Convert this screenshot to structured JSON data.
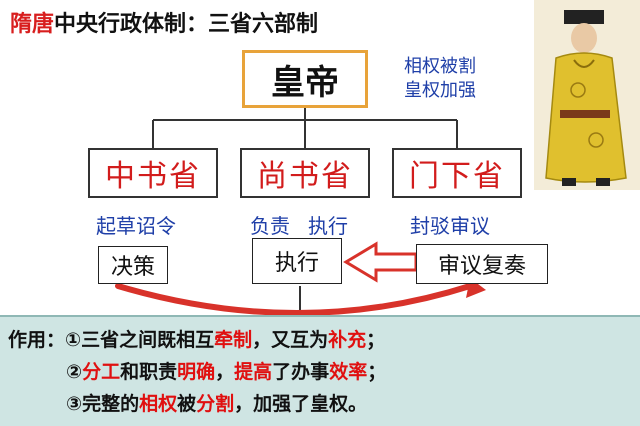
{
  "title": {
    "part_red": "隋唐",
    "part_black": "中央行政体制：三省六部制"
  },
  "emperor_label": "皇帝",
  "emperor_note": {
    "line1": "相权被割",
    "line2": "皇权加强"
  },
  "departments": [
    {
      "label": "中书省",
      "role": "起草诏令",
      "action": "决策"
    },
    {
      "label": "尚书省",
      "role_a": "负责",
      "role_b": "执行",
      "action": "执行"
    },
    {
      "label": "门下省",
      "role": "封驳审议",
      "action": "审议复奏"
    }
  ],
  "effects": {
    "heading": "作用：",
    "line1": [
      "①三省之间既相互",
      "牵制",
      "，又互为",
      "补充",
      "；"
    ],
    "line2": [
      "②",
      "分工",
      "和职责",
      "明确",
      "，",
      "提高",
      "了办事",
      "效率",
      "；"
    ],
    "line3": [
      "③完整的",
      "相权",
      "被",
      "分割",
      "，加强了皇权。"
    ]
  },
  "colors": {
    "accent_red": "#d21c1c",
    "text_blue": "#1f3fa8",
    "emperor_border": "#e8a33a",
    "panel_bg": "#cfe5e3",
    "arrow_red": "#d8322a"
  },
  "icons": [
    "emperor-portrait"
  ]
}
